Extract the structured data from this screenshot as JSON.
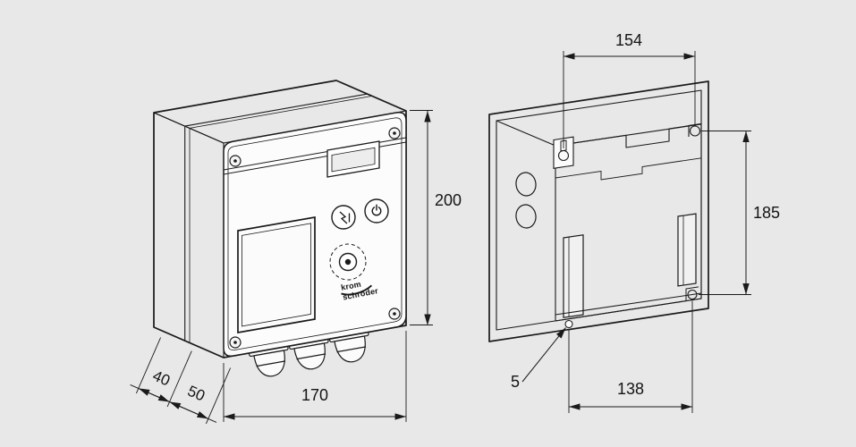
{
  "colors": {
    "background": "#e8e8e8",
    "line": "#1a1a1a",
    "front_face": "#fcfcfc",
    "top_face": "#f2f2f2",
    "side_face": "#e9eaea",
    "rim_face": "#f3f3f3",
    "back_wall": "#fbfbfb"
  },
  "front_view": {
    "logo": {
      "line1": "krom",
      "line2": "schröder"
    },
    "dims": {
      "height": "200",
      "width": "170",
      "depth_rear": "40",
      "depth_door": "50"
    }
  },
  "rear_view": {
    "dims": {
      "top_width": "154",
      "side_height": "185",
      "hole_diameter": "5",
      "bottom_spacing": "138"
    }
  }
}
